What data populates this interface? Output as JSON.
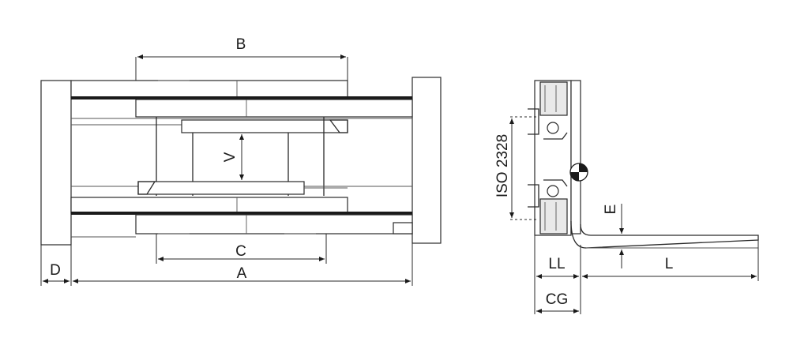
{
  "labels": {
    "A": "A",
    "B": "B",
    "C": "C",
    "D": "D",
    "V": "V",
    "E": "E",
    "L": "L",
    "LL": "LL",
    "CG": "CG",
    "ISO": "ISO 2328"
  }
}
